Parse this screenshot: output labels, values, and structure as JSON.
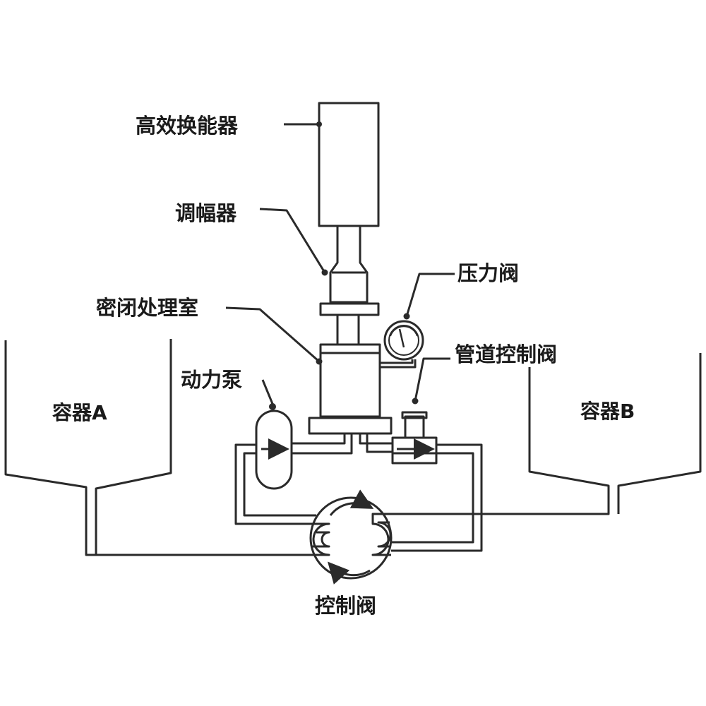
{
  "labels": {
    "transducer": "高效换能器",
    "booster": "调幅器",
    "chamber": "密闭处理室",
    "pressure_valve": "压力阀",
    "pipe_valve": "管道控制阀",
    "pump": "动力泵",
    "container_a": "容器A",
    "container_b": "容器B",
    "control_valve": "控制阀"
  },
  "colors": {
    "stroke": "#2a2a2a",
    "background": "#ffffff"
  }
}
